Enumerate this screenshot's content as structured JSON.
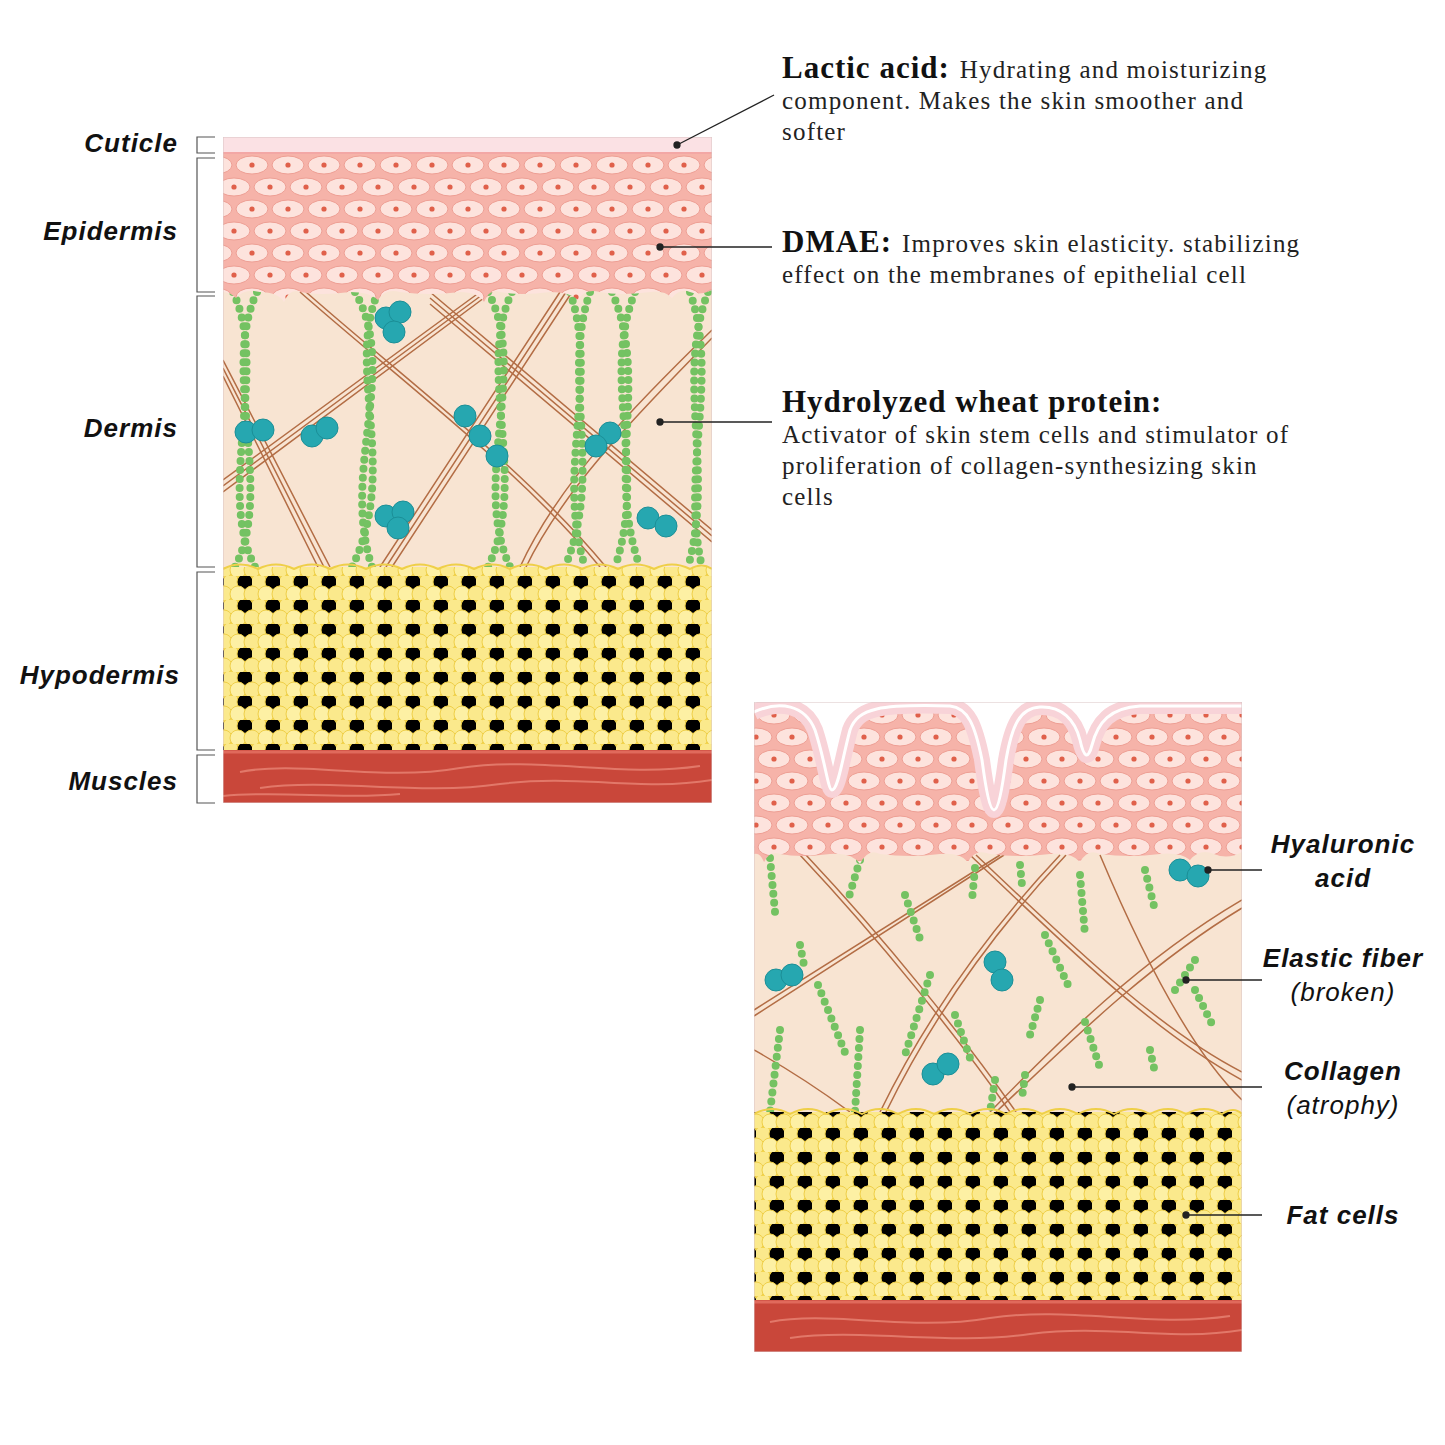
{
  "diagram": {
    "labels": [
      "Cuticle",
      "Epidermis",
      "Dermis",
      "Hypodermis",
      "Muscles",
      "Lactic acid:",
      "Hydrating and moisturizing component. Makes the skin smoother and softer",
      "DMAE:",
      "Improves skin elasticity. stabilizing effect on the membranes of epithelial cell",
      "Hydrolyzed wheat protein:",
      "Activator of skin stem cells and stimulator of proliferation of collagen-synthesizing skin cells",
      "Hyaluronic acid",
      "Elastic fiber",
      "(broken)",
      "Collagen",
      "(atrophy)",
      "Fat cells"
    ]
  }
}
